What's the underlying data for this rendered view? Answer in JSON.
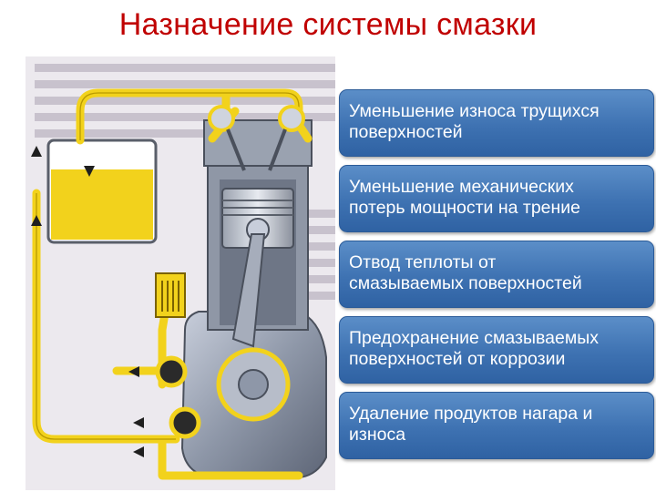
{
  "slide": {
    "title": "Назначение системы смазки"
  },
  "functions": [
    {
      "line1": "Уменьшение износа трущихся",
      "line2": "поверхностей"
    },
    {
      "line1": "Уменьшение механических",
      "line2": "потерь мощности на трение"
    },
    {
      "line1": "Отвод теплоты от",
      "line2": "смазываемых поверхностей"
    },
    {
      "line1": "Предохранение смазываемых",
      "line2": "поверхностей от коррозии"
    },
    {
      "line1": "Удаление продуктов нагара и",
      "line2": "износа"
    }
  ],
  "colors": {
    "title": "#c00000",
    "box_fill": "#3e72b2",
    "oil": "#f2d21c",
    "oil_outline": "#b89a00",
    "engine_metal": "#8e97a8"
  },
  "icons": {
    "diagram": "engine-lubrication-diagram-icon"
  }
}
